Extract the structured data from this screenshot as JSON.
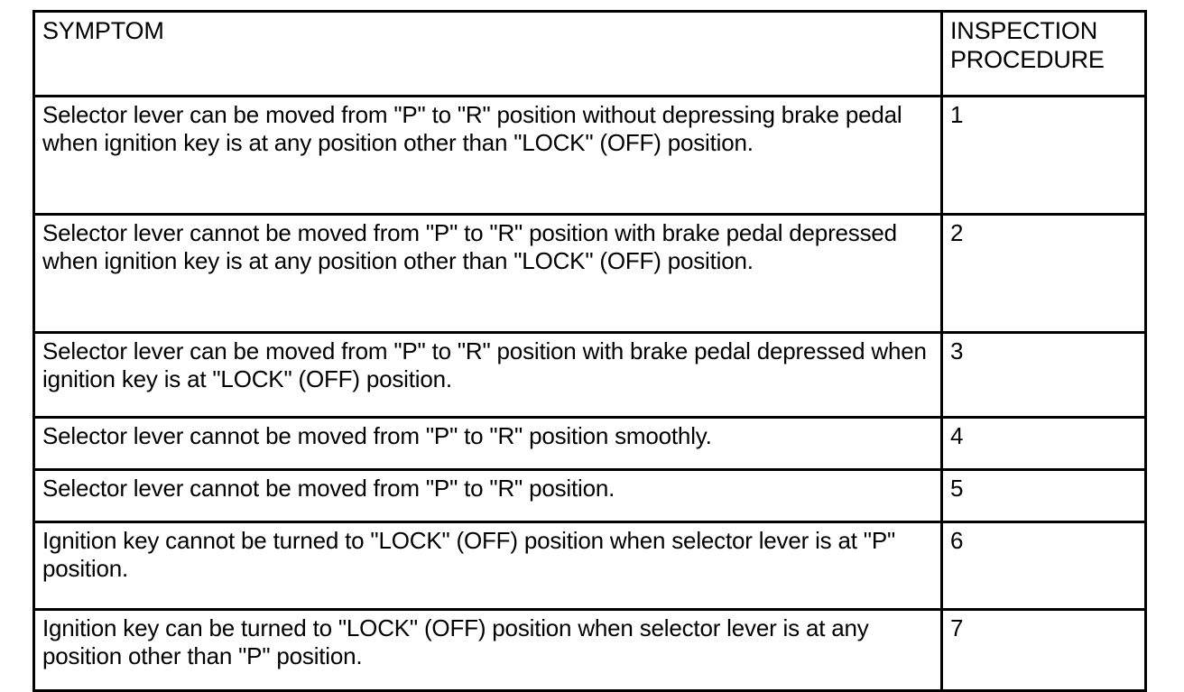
{
  "table": {
    "headers": {
      "symptom": "SYMPTOM",
      "procedure": "INSPECTION\nPROCEDURE"
    },
    "rows": [
      {
        "symptom": "Selector lever can be moved from \"P\" to \"R\" position without depressing brake pedal when ignition key is at any position other than \"LOCK\" (OFF) position.",
        "procedure": "1"
      },
      {
        "symptom": "Selector lever cannot be moved from \"P\" to \"R\" position with brake pedal depressed when ignition key is at any position other than \"LOCK\" (OFF) position.",
        "procedure": "2"
      },
      {
        "symptom": "Selector lever can be moved from \"P\" to \"R\" position with brake pedal depressed when ignition key is at \"LOCK\" (OFF) position.",
        "procedure": "3"
      },
      {
        "symptom": "Selector lever cannot be moved from \"P\" to \"R\" position smoothly.",
        "procedure": "4"
      },
      {
        "symptom": "Selector lever cannot be moved from \"P\" to \"R\" position.",
        "procedure": "5"
      },
      {
        "symptom": "Ignition key cannot be turned to \"LOCK\" (OFF) position when selector lever is at \"P\" position.",
        "procedure": "6"
      },
      {
        "symptom": "Ignition key can be turned to \"LOCK\" (OFF) position when selector lever is at any position other than \"P\" position.",
        "procedure": "7"
      }
    ]
  },
  "colors": {
    "border": "#000000",
    "text": "#000000",
    "background": "#ffffff"
  }
}
